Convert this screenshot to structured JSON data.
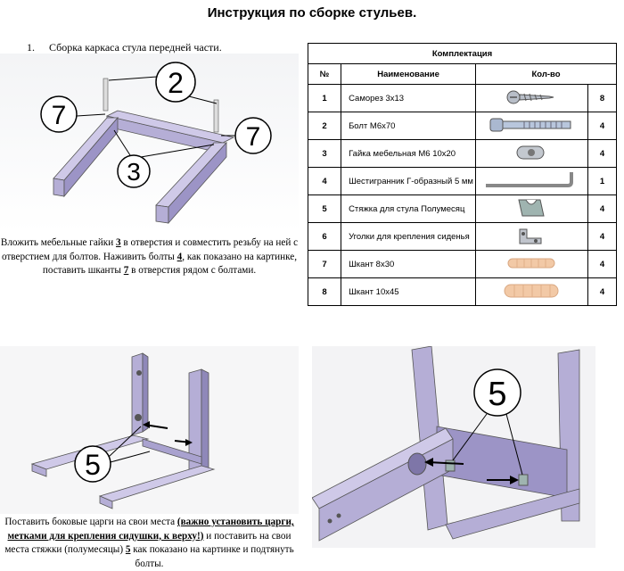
{
  "title": "Инструкция по сборке стульев.",
  "step1": {
    "number": "1.",
    "text": "Сборка каркаса стула передней части."
  },
  "fig1": {
    "labels": [
      "2",
      "7",
      "7",
      "3"
    ]
  },
  "para1": {
    "t1": "Вложить мебельные гайки ",
    "n1": "3",
    "t2": " в отверстия и совместить резьбу на ней с отверстием для болтов. Наживить болты ",
    "n2": "4",
    "t3": ", как показано на картинке, поставить шканты ",
    "n3": "7",
    "t4": " в отверстия рядом с болтами."
  },
  "fig2": {
    "label": "5"
  },
  "fig3": {
    "label": "5"
  },
  "para2": {
    "t1": "Поставить боковые царги на свои места ",
    "b1": "(важно установить царги, метками для крепления сидушки, к верху!)",
    "t2": " и поставить на свои места стяжки (полумесяцы) ",
    "n1": "5",
    "t3": " как показано на картинке и подтянуть болты."
  },
  "table": {
    "caption": "Комплектация",
    "headers": [
      "№",
      "Наименование",
      "Кол-во"
    ],
    "rows": [
      {
        "num": "1",
        "name": "Саморез 3х13",
        "qty": "8",
        "icon": "screw-icon"
      },
      {
        "num": "2",
        "name": "Болт  М6х70",
        "qty": "4",
        "icon": "bolt-icon"
      },
      {
        "num": "3",
        "name": "Гайка мебельная М6 10х20",
        "qty": "4",
        "icon": "barrel-nut-icon"
      },
      {
        "num": "4",
        "name": "Шестигранник Г-образный 5 мм",
        "qty": "1",
        "icon": "hex-key-icon"
      },
      {
        "num": "5",
        "name": "Стяжка для стула Полумесяц",
        "qty": "4",
        "icon": "half-moon-bracket-icon"
      },
      {
        "num": "6",
        "name": "Уголки для крепления сиденья",
        "qty": "4",
        "icon": "corner-bracket-icon"
      },
      {
        "num": "7",
        "name": "Шкант 8х30",
        "qty": "4",
        "icon": "dowel-icon"
      },
      {
        "num": "8",
        "name": "Шкант 10х45",
        "qty": "4",
        "icon": "dowel-icon"
      }
    ]
  },
  "colors": {
    "wood": "#b5aed6",
    "wood_dark": "#7e76a8",
    "dowel": "#f2c9a6",
    "metal": "#b8bec8"
  }
}
